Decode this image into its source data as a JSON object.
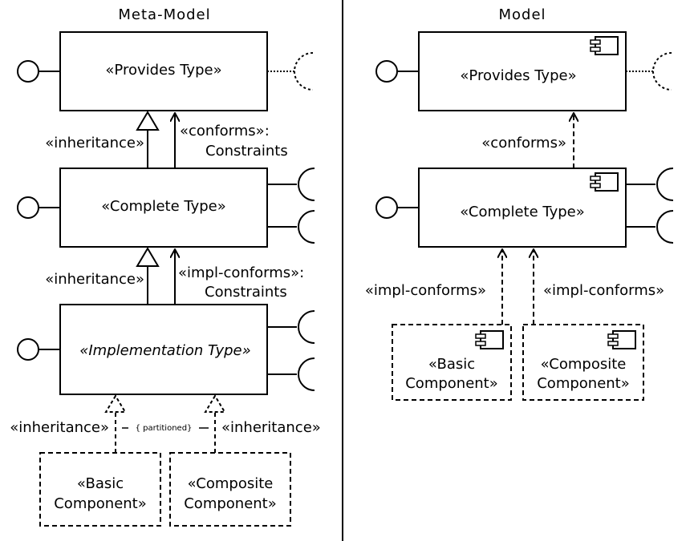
{
  "left": {
    "title": "Meta-Model",
    "provides_type": "«Provides Type»",
    "complete_type": "«Complete Type»",
    "implementation_type": "«Implementation Type»",
    "inheritance_1": "«inheritance»",
    "inheritance_2": "«inheritance»",
    "inheritance_3": "«inheritance»",
    "inheritance_4": "«inheritance»",
    "conforms_line1": "«conforms»:",
    "conforms_line2": "Constraints",
    "impl_conforms_line1": "«impl-conforms»:",
    "impl_conforms_line2": "Constraints",
    "partitioned": "{ partitioned}",
    "basic_line1": "«Basic",
    "basic_line2": "Component»",
    "composite_line1": "«Composite",
    "composite_line2": "Component»"
  },
  "right": {
    "title": "Model",
    "provides_type": "«Provides Type»",
    "complete_type": "«Complete Type»",
    "conforms": "«conforms»",
    "impl_conforms_1": "«impl-conforms»",
    "impl_conforms_2": "«impl-conforms»",
    "basic_line1": "«Basic",
    "basic_line2": "Component»",
    "composite_line1": "«Composite",
    "composite_line2": "Component»"
  }
}
